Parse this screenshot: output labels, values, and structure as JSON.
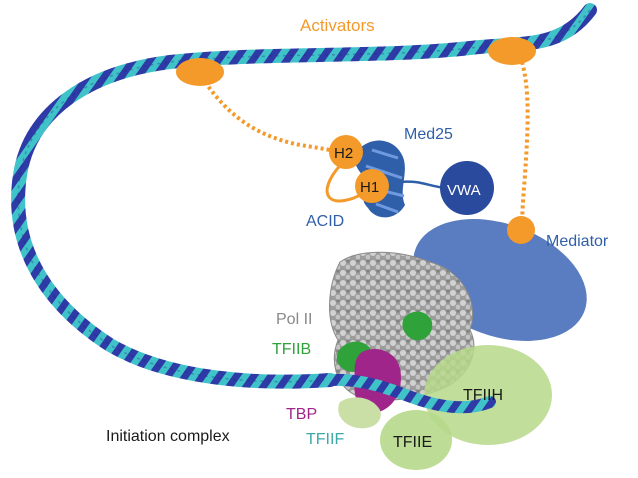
{
  "labels": {
    "activators": "Activators",
    "med25": "Med25",
    "h2": "H2",
    "h1": "H1",
    "acid": "ACID",
    "vwa": "VWA",
    "mediator": "Mediator",
    "pol2": "Pol II",
    "tfiib": "TFIIB",
    "tbp": "TBP",
    "tfiif": "TFIIF",
    "tfiih": "TFIIH",
    "tfiie": "TFIIE",
    "initiation": "Initiation complex"
  },
  "colors": {
    "activator": "#f39a2a",
    "dna_dark": "#2e3aa6",
    "dna_light": "#3fc3c9",
    "med25": "#2f5fa8",
    "vwa": "#2a4a9e",
    "mediator": "#5a7cc0",
    "pol2": "#a8a8a8",
    "tfiib": "#2fa33a",
    "tbp": "#a0258a",
    "tfiif": "#3aa9a8",
    "tfiih": "#b6d88a",
    "tfiie": "#b6d88a",
    "text_dark": "#1a1a1a",
    "text_gray": "#888888"
  }
}
